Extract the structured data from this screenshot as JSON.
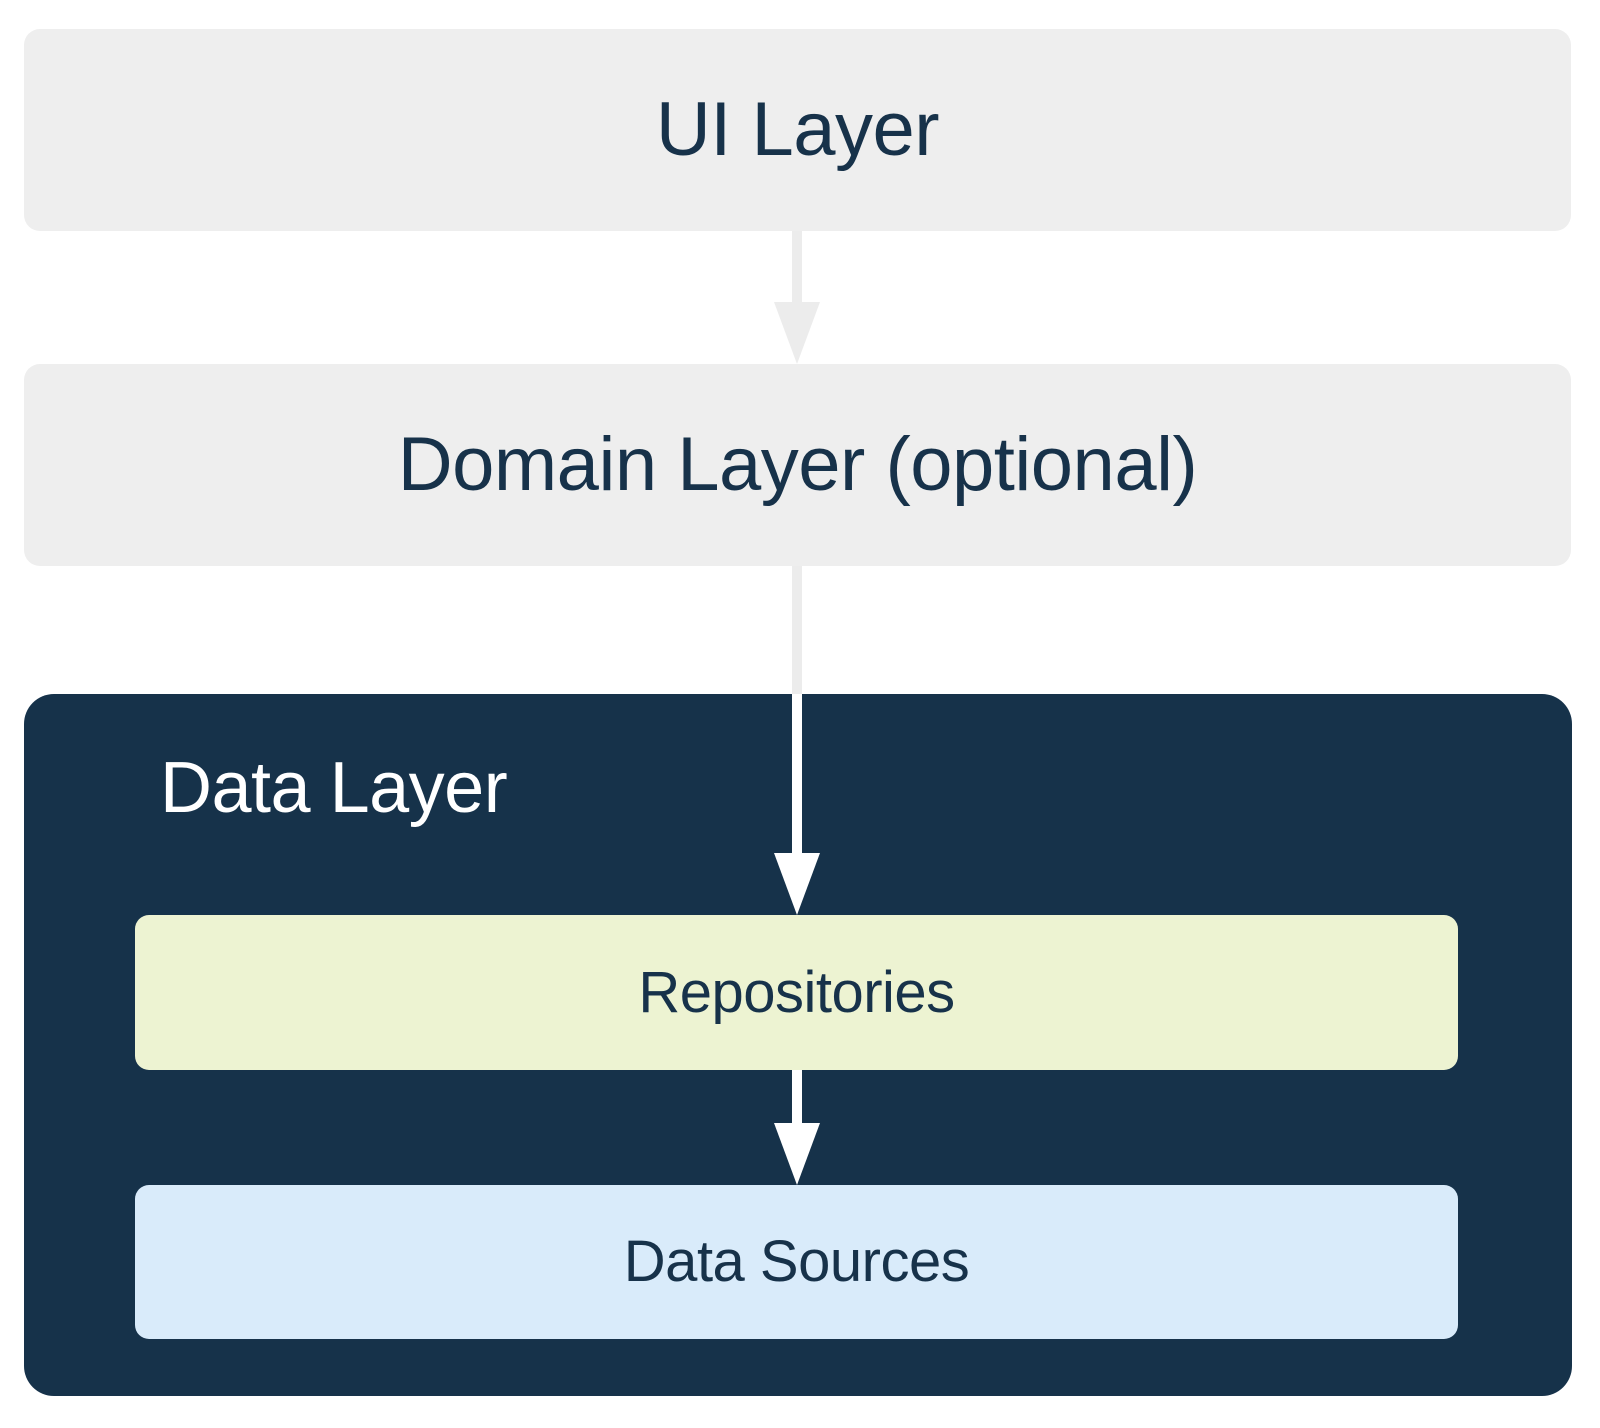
{
  "diagram": {
    "title": "Android app architecture layers",
    "type": "layered-architecture",
    "background_color": "#ffffff"
  },
  "layers": {
    "ui": {
      "label": "UI Layer",
      "fill_color": "#eeeeee",
      "text_color": "#17324a"
    },
    "domain": {
      "label": "Domain Layer (optional)",
      "fill_color": "#eeeeee",
      "text_color": "#17324a"
    },
    "data": {
      "label": "Data Layer",
      "fill_color": "#16324a",
      "text_color": "#ffffff",
      "children": {
        "repositories": {
          "label": "Repositories",
          "fill_color": "#edf3d2",
          "text_color": "#17324a"
        },
        "data_sources": {
          "label": "Data Sources",
          "fill_color": "#d9ebfa",
          "text_color": "#17324a"
        }
      }
    }
  },
  "arrows": [
    {
      "name": "ui-to-domain",
      "from": "UI Layer",
      "to": "Domain Layer (optional)",
      "color": "#ececec"
    },
    {
      "name": "domain-to-repositories",
      "from": "Domain Layer (optional)",
      "to": "Repositories",
      "color_outside": "#ececec",
      "color_inside": "#ffffff"
    },
    {
      "name": "repositories-to-data-sources",
      "from": "Repositories",
      "to": "Data Sources",
      "color": "#ffffff"
    }
  ]
}
